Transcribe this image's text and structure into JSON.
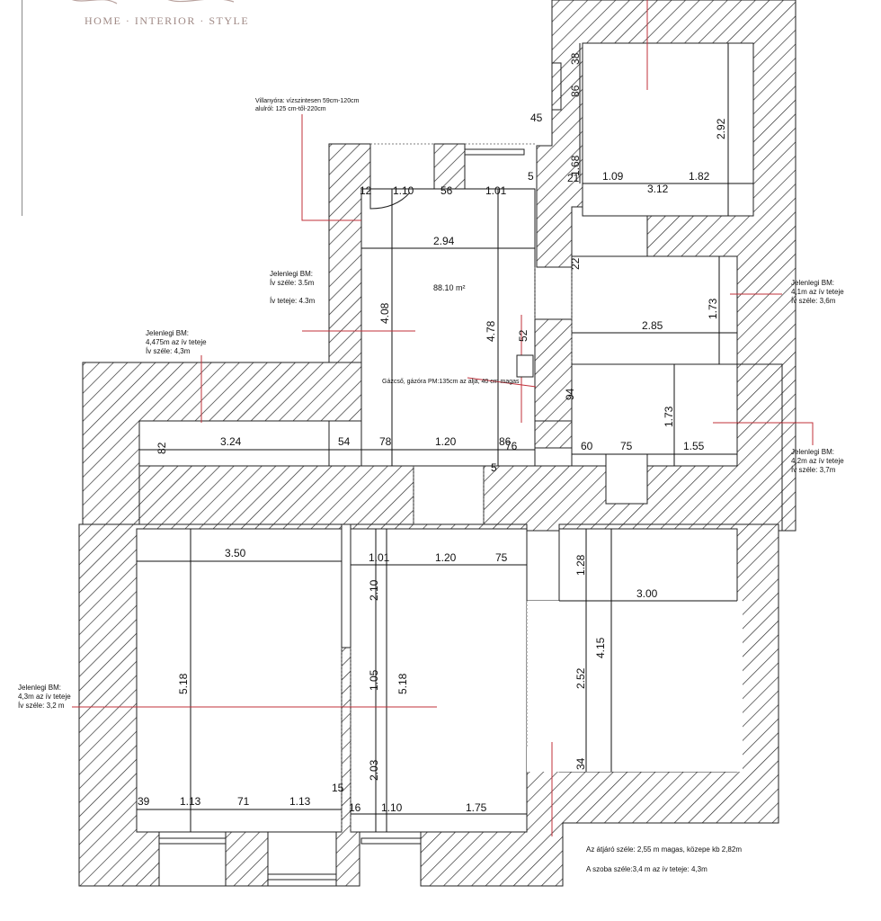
{
  "brand": {
    "tagline": "HOME · INTERIOR · STYLE"
  },
  "room_area": "88.10 m²",
  "notes": {
    "meter": "Villanyóra: vízszintesen 59cm-120cm\nalulról: 125 cm-től-220cm",
    "bm_center": "Jelenlegi BM:\nÍv széle: 3.5m\n\nÍv teteje: 4.3m",
    "bm_left": "Jelenlegi BM:\n4,475m az ív teteje\nÍv széle: 4,3m",
    "bm_right_top": "Jelenlegi BM:\n4,1m az ív teteje\nÍv széle: 3,6m",
    "bm_right_mid": "Jelenlegi BM:\n4,2m az ív teteje\nÍv széle: 3,7m",
    "bm_bottom_left": "Jelenlegi BM:\n4,3m az ív teteje\nÍv széle: 3,2 m",
    "gas": "Gázcső, gázóra PM:135cm az alja, 40 cm magas",
    "passage": "Az átjáró széle: 2,55 m magas, közepe kb 2,82m",
    "room_edge": "A szoba széle:3,4 m az ív teteje: 4,3m"
  },
  "dimensions": {
    "d38": "38",
    "d86": "86",
    "d45": "45",
    "d292": "2.92",
    "d168": "1.68",
    "d21": "21",
    "d109": "1.09",
    "d312": "3.12",
    "d182": "1.82",
    "d12": "12",
    "d110a": "1.10",
    "d56": "56",
    "d101": "1.01",
    "d5": "5",
    "d294": "2.94",
    "d22": "22",
    "d408": "4.08",
    "d478": "4.78",
    "d173a": "1.73",
    "d052": "52",
    "d285": "2.85",
    "d94": "94",
    "d173b": "1.73",
    "d82": "82",
    "d324": "3.24",
    "d54": "54",
    "d78": "78",
    "d120a": "1.20",
    "d86b": "86",
    "d76": "76",
    "d60": "60",
    "d75": "75",
    "d155": "1.55",
    "d5b": "5",
    "d350": "3.50",
    "d101b": "1.01",
    "d120b": "1.20",
    "d75b": "75",
    "d128": "1.28",
    "d300": "3.00",
    "d210": "2.10",
    "d518a": "5.18",
    "d105": "1.05",
    "d518b": "5.18",
    "d252": "2.52",
    "d415": "4.15",
    "d203": "2.03",
    "d34": "34",
    "d39": "39",
    "d113a": "1.13",
    "d71": "71",
    "d113b": "1.13",
    "d15": "15",
    "d16": "16",
    "d110b": "1.10",
    "d175": "1.75"
  }
}
